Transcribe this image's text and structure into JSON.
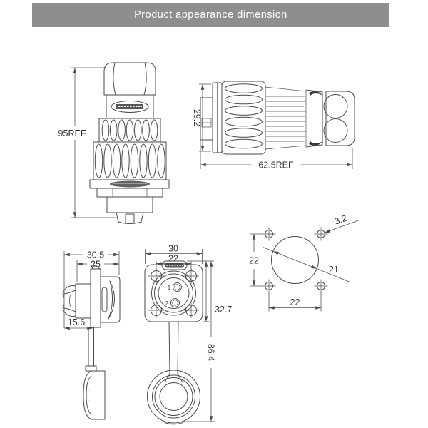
{
  "header": {
    "title": "Product appearance dimension",
    "bg_color": "#8e8e8e",
    "text_color": "#ffffff"
  },
  "canvas": {
    "bg_color": "#ffffff",
    "line_color": "#4a4a4a",
    "dim_text_color": "#333333"
  },
  "views": {
    "plug_side": {
      "dims": {
        "overall_length": "95REF"
      }
    },
    "plug_profile": {
      "dims": {
        "body_diameter": "29.2",
        "overall_length": "62.5REF"
      }
    },
    "socket_side": {
      "dims": {
        "overall_depth": "30.5",
        "body_depth": "25",
        "rear_depth": "15.6"
      }
    },
    "socket_front": {
      "dims": {
        "flange_width": "30",
        "hole_pitch": "22",
        "flange_height": "32.7",
        "overall_height": "86.4"
      },
      "pins": {
        "pin1": "1",
        "pin2": "2"
      }
    },
    "panel_cutout": {
      "dims": {
        "screw_hole_diameter": "3.2",
        "cutout_diameter": "21",
        "hole_pitch_vertical": "22",
        "hole_pitch_horizontal": "22"
      }
    }
  }
}
